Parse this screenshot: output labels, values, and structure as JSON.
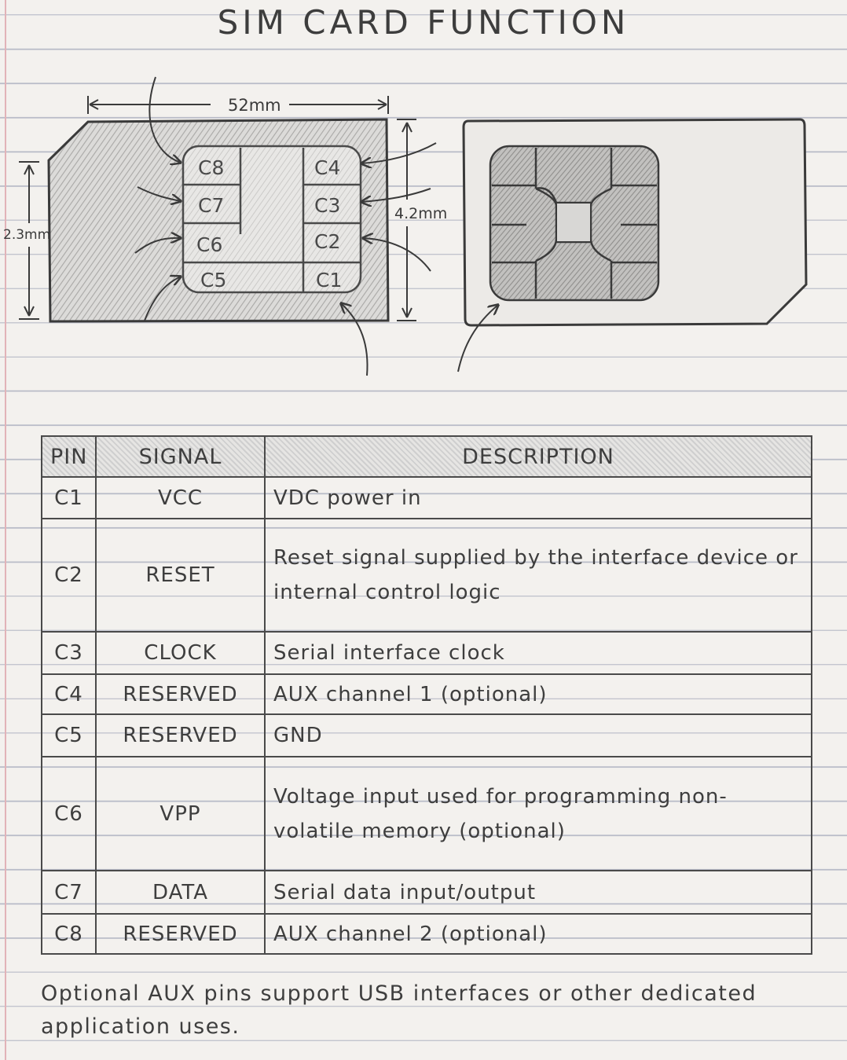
{
  "title": "SIM CARD FUNCTION",
  "dimensions": {
    "width": "52mm",
    "height": "2.3mm",
    "pad_height": "4.2mm"
  },
  "contacts": [
    "C1",
    "C2",
    "C3",
    "C4",
    "C5",
    "C6",
    "C7",
    "C8"
  ],
  "table": {
    "headers": {
      "pin": "PIN",
      "signal": "SIGNAL",
      "description": "DESCRIPTION"
    },
    "rows": [
      {
        "pin": "C1",
        "signal": "VCC",
        "description": "VDC power in"
      },
      {
        "pin": "C2",
        "signal": "RESET",
        "description": "Reset signal supplied by the interface device or internal control logic"
      },
      {
        "pin": "C3",
        "signal": "CLOCK",
        "description": "Serial interface clock"
      },
      {
        "pin": "C4",
        "signal": "RESERVED",
        "description": "AUX channel 1 (optional)"
      },
      {
        "pin": "C5",
        "signal": "RESERVED",
        "description": "GND"
      },
      {
        "pin": "C6",
        "signal": "VPP",
        "description": "Voltage input used for programming non-volatile memory (optional)"
      },
      {
        "pin": "C7",
        "signal": "DATA",
        "description": "Serial data input/output"
      },
      {
        "pin": "C8",
        "signal": "RESERVED",
        "description": "AUX channel 2 (optional)"
      }
    ]
  },
  "footnote": "Optional AUX pins support USB interfaces or other dedicated application uses."
}
